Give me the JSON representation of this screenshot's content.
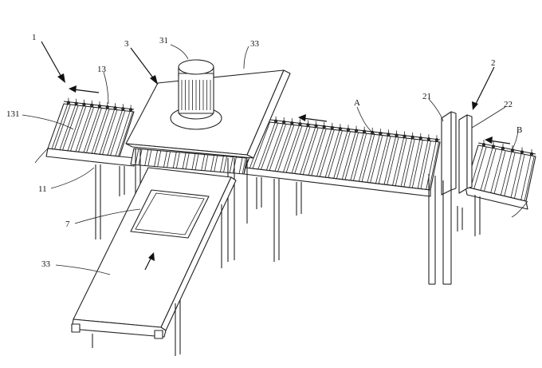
{
  "labels": {
    "l1": "1",
    "l3": "3",
    "l31": "31",
    "l33a": "33",
    "l13": "13",
    "l131": "131",
    "l11": "11",
    "l7": "7",
    "l33b": "33",
    "lA": "A",
    "l21": "21",
    "l2": "2",
    "l22": "22",
    "lB": "B"
  }
}
